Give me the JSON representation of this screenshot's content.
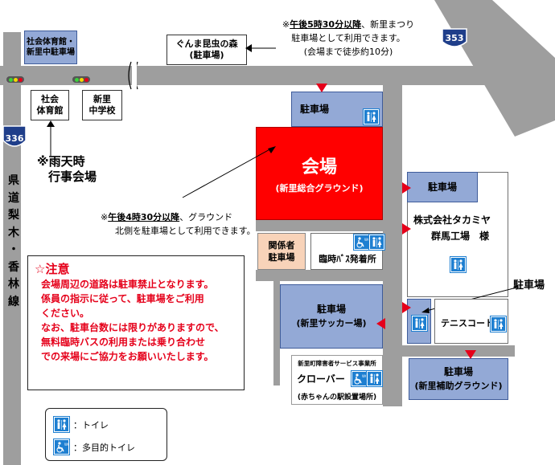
{
  "colors": {
    "road": "#9e9e9e",
    "parking": "#93a9d6",
    "venue": "#ff0000",
    "warning_red": "#e5001a",
    "toilet_blue": "#1e7fd1",
    "kankeisha": "#f8d3b9"
  },
  "route_signs": {
    "prefectural": "336",
    "national": "353"
  },
  "road_label": "県道梨木・香林線",
  "road_chars": [
    "県",
    "道",
    "梨",
    "木",
    "・",
    "香",
    "林",
    "線"
  ],
  "facilities": {
    "gym_parking": {
      "line1": "社会体育館・",
      "line2": "新里中駐車場"
    },
    "gym": {
      "line1": "社会",
      "line2": "体育館"
    },
    "school": {
      "line1": "新里",
      "line2": "中学校"
    },
    "insect_forest": {
      "line1": "ぐんま昆虫の森",
      "line2": "(駐車場)"
    },
    "rain_venue": {
      "line1": "※雨天時",
      "line2": "行事会場"
    },
    "venue": {
      "title": "会場",
      "sub": "(新里総合グラウンド)"
    },
    "parking_top": "駐車場",
    "parking_right_top": "駐車場",
    "takamiya": {
      "line1": "株式会社タカミヤ",
      "line2": "群馬工場　様"
    },
    "kankeisha": {
      "line1": "関係者",
      "line2": "駐車場"
    },
    "bus_stop": "臨時ﾊﾞｽ発着所",
    "soccer": {
      "line1": "駐車場",
      "line2": "(新里サッカー場)"
    },
    "tennis": "テニスコート",
    "clover": {
      "line1": "新里町障害者サービス事業所",
      "line2": "クローバー",
      "line3": "(赤ちゃんの駅設置場所)"
    },
    "aux_ground": {
      "line1": "駐車場",
      "line2": "(新里補助グラウンド)"
    },
    "parking_label": "駐車場"
  },
  "notes": {
    "top": {
      "mark": "※",
      "time": "午後5時30分以降",
      "rest": "、新里まつり",
      "line2": "駐車場として利用できます。",
      "line3": "(会場まで徒歩約10分)"
    },
    "mid": {
      "mark": "※",
      "time": "午後4時30分以降",
      "rest": "、グラウンド",
      "line2": "北側を駐車場として利用できます。"
    }
  },
  "caution": {
    "title": "☆注意",
    "lines": [
      "会場周辺の道路は駐車禁止となります。",
      "係員の指示に従って、駐車場をご利用",
      "ください。",
      "なお、駐車台数には限りがありますので、",
      "無料臨時バスの利用または乗り合わせ",
      "での来場にご協力をお願いいたします。"
    ]
  },
  "legend": {
    "toilet": "：トイレ",
    "multipurpose": "：多目的トイレ"
  }
}
